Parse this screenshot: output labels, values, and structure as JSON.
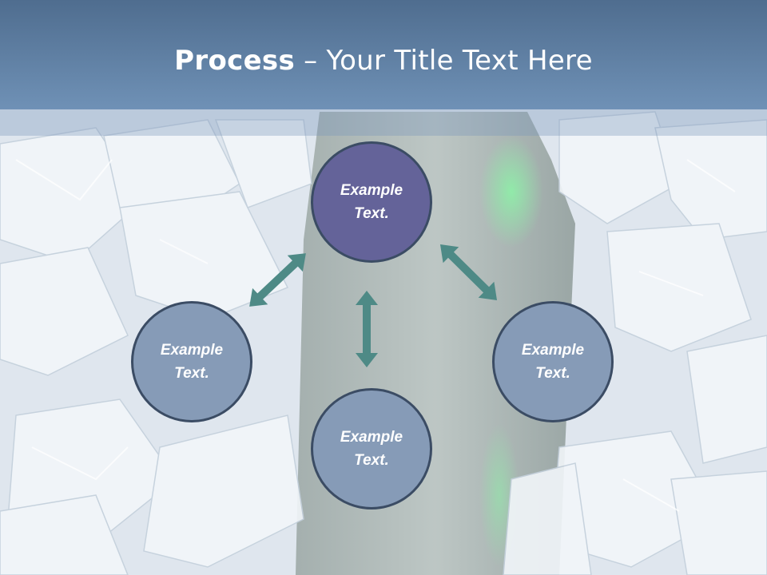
{
  "title": {
    "bold": "Process",
    "rest": " – Your Title Text Here"
  },
  "nodes": {
    "top": {
      "line1": "Example",
      "line2": "Text."
    },
    "left": {
      "line1": "Example",
      "line2": "Text."
    },
    "right": {
      "line1": "Example",
      "line2": "Text."
    },
    "bottom": {
      "line1": "Example",
      "line2": "Text."
    }
  },
  "colors": {
    "title_bar": "#5f7fa3",
    "node_highlight": "#646399",
    "node_default": "#869bb7",
    "node_border": "#3b4c64",
    "arrow": "#4e8a86"
  }
}
